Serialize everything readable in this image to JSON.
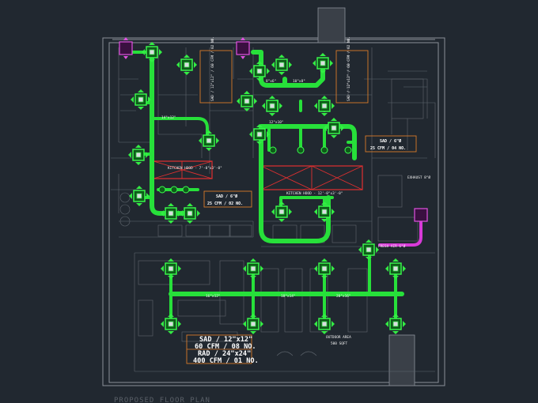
{
  "drawing": {
    "title": "PROPOSED FLOOR PLAN",
    "legend": {
      "line1": "SAD / 12\"x12\"",
      "line2": "60 CFM / 08 NO.",
      "line3": "RAD / 24\"x24\"",
      "line4": "400 CFM / 01 NO."
    },
    "notes": {
      "sad_left_1": "SAD / 6\"Ø",
      "sad_left_2": "25 CFM / 02 NO.",
      "sad_right_1": "SAD / 6\"Ø",
      "sad_right_2": "25 CFM / 04 NO.",
      "vertical_left": "SAD / 12\"x12\" / 60 CFM / 02 NO.",
      "vertical_right": "SAD / 12\"x12\" / 60 CFM / 02 NO.",
      "kitchen_hood_left": "KITCHEN HOOD - 7'-0\"x3'-0\"",
      "kitchen_hood_right": "KITCHEN HOOD - 12'-0\"x3'-0\"",
      "exhaust_right": "EXHAUST 8\"Ø",
      "fresh_air": "FRESH AIR 6\"Ø",
      "duct_14x12": "14\"x12\"",
      "duct_8x6": "8\"x6\"",
      "duct_10x8": "10\"x8\"",
      "duct_12x10": "12\"x10\"",
      "duct_16x12": "16\"x12\"",
      "duct_18x14": "18\"x14\"",
      "duct_20x16": "20\"x16\"",
      "area_label": "OUTDOOR AREA",
      "area_value": "500 SQFT"
    }
  },
  "colors": {
    "background": "#212830",
    "supply_duct": "#27e03a",
    "return_duct": "#d83ad8",
    "hood_hatch": "#e03030",
    "note_frame": "#d87a2a",
    "walls": "#8a9099"
  }
}
